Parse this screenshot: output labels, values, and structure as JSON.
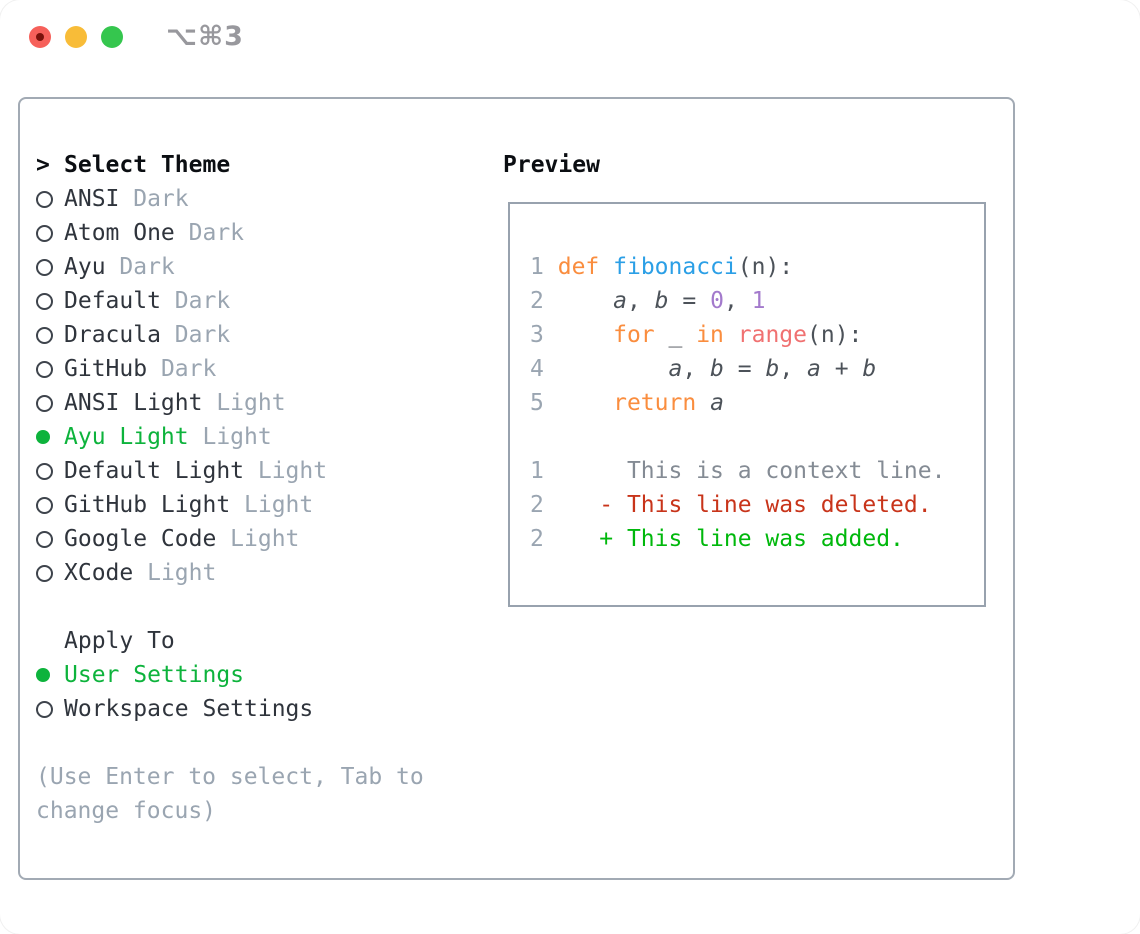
{
  "window": {
    "title": "⌥⌘3",
    "traffic_lights": [
      "close",
      "minimize",
      "zoom"
    ]
  },
  "theme_selector": {
    "prompt": ">",
    "header": "Select Theme",
    "items": [
      {
        "label": "ANSI",
        "variant": "Dark",
        "selected": false
      },
      {
        "label": "Atom One",
        "variant": "Dark",
        "selected": false
      },
      {
        "label": "Ayu",
        "variant": "Dark",
        "selected": false
      },
      {
        "label": "Default",
        "variant": "Dark",
        "selected": false
      },
      {
        "label": "Dracula",
        "variant": "Dark",
        "selected": false
      },
      {
        "label": "GitHub",
        "variant": "Dark",
        "selected": false
      },
      {
        "label": "ANSI Light",
        "variant": "Light",
        "selected": false
      },
      {
        "label": "Ayu Light",
        "variant": "Light",
        "selected": true
      },
      {
        "label": "Default Light",
        "variant": "Light",
        "selected": false
      },
      {
        "label": "GitHub Light",
        "variant": "Light",
        "selected": false
      },
      {
        "label": "Google Code",
        "variant": "Light",
        "selected": false
      },
      {
        "label": "XCode",
        "variant": "Light",
        "selected": false
      }
    ],
    "apply_to": {
      "header": "Apply To",
      "options": [
        {
          "label": "User Settings",
          "selected": true
        },
        {
          "label": "Workspace Settings",
          "selected": false
        }
      ]
    },
    "hint": "(Use Enter to select, Tab to\nchange focus)"
  },
  "preview": {
    "header": "Preview",
    "lines": [
      {
        "num": "1",
        "type": "code",
        "segments": [
          {
            "t": " "
          },
          {
            "t": "def",
            "c": "kw"
          },
          {
            "t": " "
          },
          {
            "t": "fibonacci",
            "c": "fn"
          },
          {
            "t": "(n):"
          }
        ]
      },
      {
        "num": "2",
        "type": "code",
        "segments": [
          {
            "t": "     "
          },
          {
            "t": "a",
            "c": "var"
          },
          {
            "t": ", "
          },
          {
            "t": "b",
            "c": "var"
          },
          {
            "t": " = "
          },
          {
            "t": "0",
            "c": "num"
          },
          {
            "t": ", "
          },
          {
            "t": "1",
            "c": "num"
          }
        ]
      },
      {
        "num": "3",
        "type": "code",
        "segments": [
          {
            "t": "     "
          },
          {
            "t": "for",
            "c": "kw"
          },
          {
            "t": " _ "
          },
          {
            "t": "in",
            "c": "kw"
          },
          {
            "t": " "
          },
          {
            "t": "range",
            "c": "call"
          },
          {
            "t": "(n):"
          }
        ]
      },
      {
        "num": "4",
        "type": "code",
        "segments": [
          {
            "t": "         "
          },
          {
            "t": "a",
            "c": "var"
          },
          {
            "t": ", "
          },
          {
            "t": "b",
            "c": "var"
          },
          {
            "t": " = "
          },
          {
            "t": "b",
            "c": "var"
          },
          {
            "t": ", "
          },
          {
            "t": "a",
            "c": "var"
          },
          {
            "t": " + "
          },
          {
            "t": "b",
            "c": "var"
          }
        ]
      },
      {
        "num": "5",
        "type": "code",
        "segments": [
          {
            "t": "     "
          },
          {
            "t": "return",
            "c": "kw"
          },
          {
            "t": " "
          },
          {
            "t": "a",
            "c": "var"
          }
        ]
      },
      {
        "num": "",
        "type": "blank",
        "segments": []
      },
      {
        "num": "1",
        "type": "context",
        "segments": [
          {
            "t": "      This is a context line.",
            "c": "ctx"
          }
        ]
      },
      {
        "num": "2",
        "type": "deleted",
        "segments": [
          {
            "t": "    "
          },
          {
            "t": "- This line was deleted.",
            "c": "del"
          }
        ]
      },
      {
        "num": "2",
        "type": "added",
        "segments": [
          {
            "t": "    "
          },
          {
            "t": "+ This line was added.",
            "c": "add"
          }
        ]
      }
    ]
  },
  "colors": {
    "accent_green": "#0db33c",
    "muted_gray": "#9aa5b1",
    "text_dark": "#2f343c",
    "panel_border": "#a2aab4",
    "preview_border": "#98a2ae",
    "syntax": {
      "keyword": "#fa8d3e",
      "function": "#2b9fe6",
      "number": "#a37acc",
      "call": "#f07171",
      "plain": "#4c5259"
    },
    "diff": {
      "context": "#848b94",
      "deleted": "#c8341a",
      "added": "#00b80c"
    },
    "traffic_lights": {
      "close": "#f6605a",
      "minimize": "#f8bc38",
      "zoom": "#35c64e"
    }
  }
}
